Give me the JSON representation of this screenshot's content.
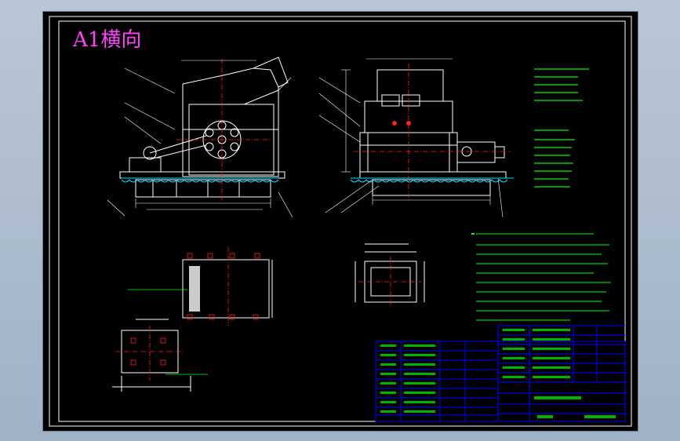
{
  "sheet": {
    "title": "A1横向"
  },
  "colors": {
    "background": "#000000",
    "frame": "#ffffff",
    "outline": "#ffffff",
    "dimension": "#ffffff",
    "centerline": "#ff2020",
    "annotation": "#00ff00",
    "table_lines": "#0000ff",
    "title": "#ff40ff",
    "hatch": "#00e0ff"
  },
  "drawing": {
    "front_view_name": "front-elevation-view",
    "side_view_name": "side-elevation-view",
    "part_label_name": "part-number-label",
    "dimension_name": "dimension-line"
  }
}
